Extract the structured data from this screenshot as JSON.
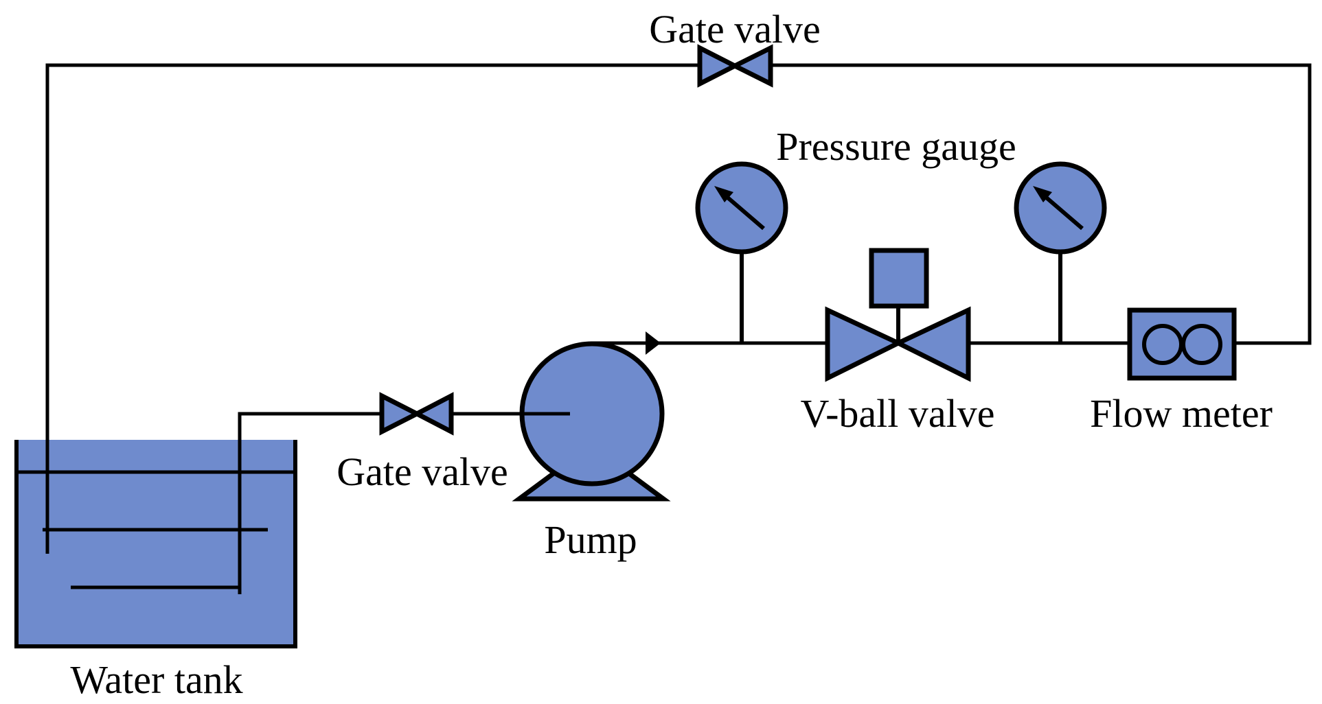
{
  "labels": {
    "top_gate_valve": "Gate valve",
    "pressure_gauge": "Pressure gauge",
    "v_ball_valve": "V-ball valve",
    "flow_meter": "Flow meter",
    "bottom_gate_valve": "Gate valve",
    "pump": "Pump",
    "water_tank": "Water tank"
  },
  "colors": {
    "component_fill": "#6f8bcd",
    "line": "#000000",
    "background": "#ffffff"
  }
}
